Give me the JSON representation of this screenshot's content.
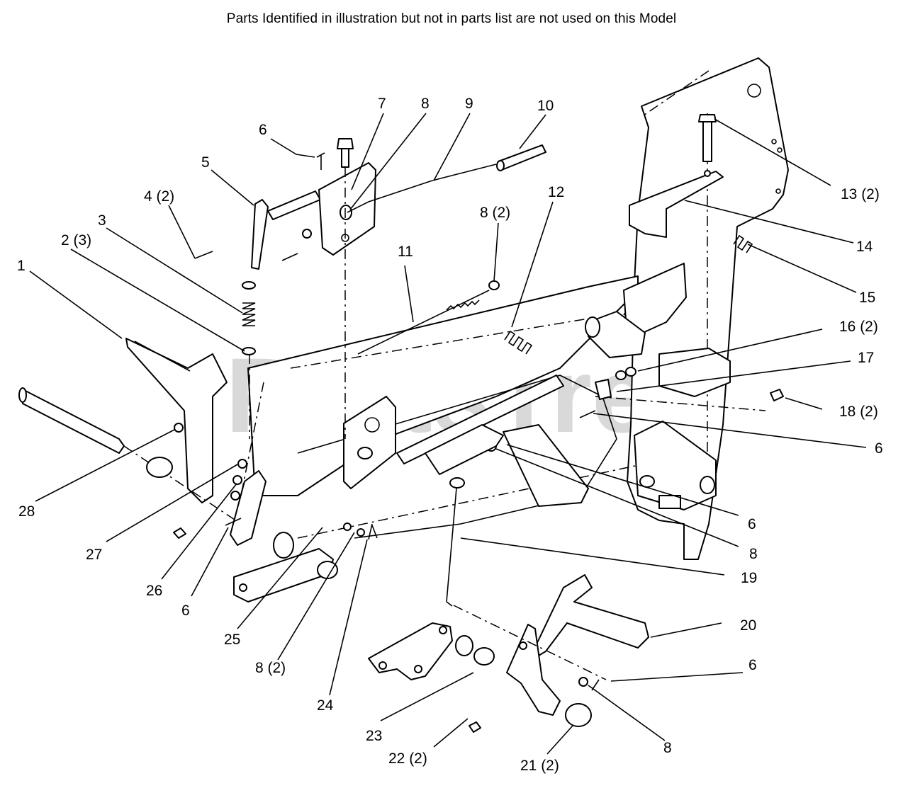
{
  "header": {
    "note": "Parts Identified  in illustration but not in parts list are not used on this Model"
  },
  "watermark": {
    "text": "PartsTree"
  },
  "callouts": [
    {
      "id": "c1",
      "label": "1"
    },
    {
      "id": "c2",
      "label": "2 (3)"
    },
    {
      "id": "c3",
      "label": "3"
    },
    {
      "id": "c4",
      "label": "4 (2)"
    },
    {
      "id": "c5",
      "label": "5"
    },
    {
      "id": "c6a",
      "label": "6"
    },
    {
      "id": "c7",
      "label": "7"
    },
    {
      "id": "c8a",
      "label": "8"
    },
    {
      "id": "c9",
      "label": "9"
    },
    {
      "id": "c10",
      "label": "10"
    },
    {
      "id": "c11",
      "label": "11"
    },
    {
      "id": "c8b",
      "label": "8 (2)"
    },
    {
      "id": "c12",
      "label": "12"
    },
    {
      "id": "c13",
      "label": "13 (2)"
    },
    {
      "id": "c14",
      "label": "14"
    },
    {
      "id": "c15",
      "label": "15"
    },
    {
      "id": "c16",
      "label": "16 (2)"
    },
    {
      "id": "c17",
      "label": "17"
    },
    {
      "id": "c18",
      "label": "18 (2)"
    },
    {
      "id": "c6b",
      "label": "6"
    },
    {
      "id": "c6c",
      "label": "6"
    },
    {
      "id": "c8c",
      "label": "8"
    },
    {
      "id": "c19",
      "label": "19"
    },
    {
      "id": "c20",
      "label": "20"
    },
    {
      "id": "c6d",
      "label": "6"
    },
    {
      "id": "c8d",
      "label": "8"
    },
    {
      "id": "c21",
      "label": "21 (2)"
    },
    {
      "id": "c22",
      "label": "22 (2)"
    },
    {
      "id": "c23",
      "label": "23"
    },
    {
      "id": "c24",
      "label": "24"
    },
    {
      "id": "c8e",
      "label": "8 (2)"
    },
    {
      "id": "c25",
      "label": "25"
    },
    {
      "id": "c6e",
      "label": "6"
    },
    {
      "id": "c26",
      "label": "26"
    },
    {
      "id": "c27",
      "label": "27"
    },
    {
      "id": "c28",
      "label": "28"
    }
  ]
}
